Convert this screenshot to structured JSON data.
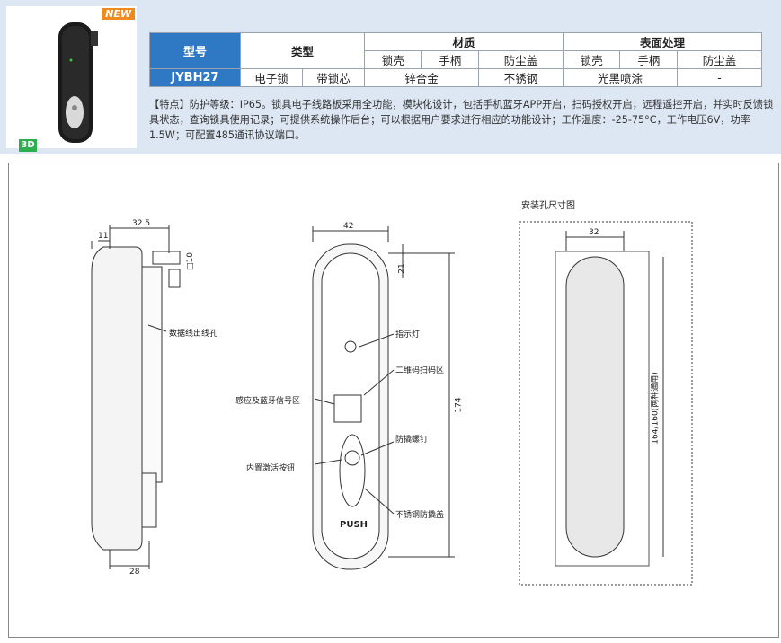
{
  "header": {
    "new_badge": "NEW",
    "badge_3d": "3D"
  },
  "table": {
    "col_model": "型号",
    "col_type": "类型",
    "col_material": "材质",
    "col_surface": "表面处理",
    "sub_headers": [
      "锁壳",
      "手柄",
      "防尘盖",
      "锁壳",
      "手柄",
      "防尘盖"
    ],
    "row": {
      "model": "JYBH27",
      "type1": "电子锁",
      "type2": "带锁芯",
      "material_main": "锌合金",
      "material_cover": "不锈钢",
      "surface_main": "光黑喷涂",
      "surface_cover": "-"
    }
  },
  "notes": "【特点】防护等级：IP65。锁具电子线路板采用全功能，模块化设计，包括手机蓝牙APP开启，扫码授权开启，远程遥控开启，并实时反馈锁具状态，查询锁具使用记录；可提供系统操作后台；可以根据用户要求进行相应的功能设计；工作温度：-25-75°C，工作电压6V，功率1.5W；可配置485通讯协议端口。",
  "drawing": {
    "cutout_title": "安装孔尺寸图",
    "dimensions": {
      "side_width": "32.5",
      "side_offset": "11",
      "square": "□10",
      "side_bottom": "28",
      "front_width": "42",
      "front_top": "21",
      "front_height": "174",
      "cutout_width": "32",
      "cutout_height": "164/160(两种通用)"
    },
    "labels": {
      "cable_hole": "数据线出线孔",
      "indicator": "指示灯",
      "qr_area": "二维码扫码区",
      "nfc_area": "感应及蓝牙信号区",
      "screw": "防撬螺钉",
      "activate_button": "内置激活按钮",
      "cover": "不锈钢防撬盖",
      "push": "PUSH"
    }
  },
  "colors": {
    "panel_bg": "#dde7f3",
    "header_blue": "#2f78c4",
    "new_orange": "#f08a1f",
    "badge_green": "#2fae4e"
  }
}
